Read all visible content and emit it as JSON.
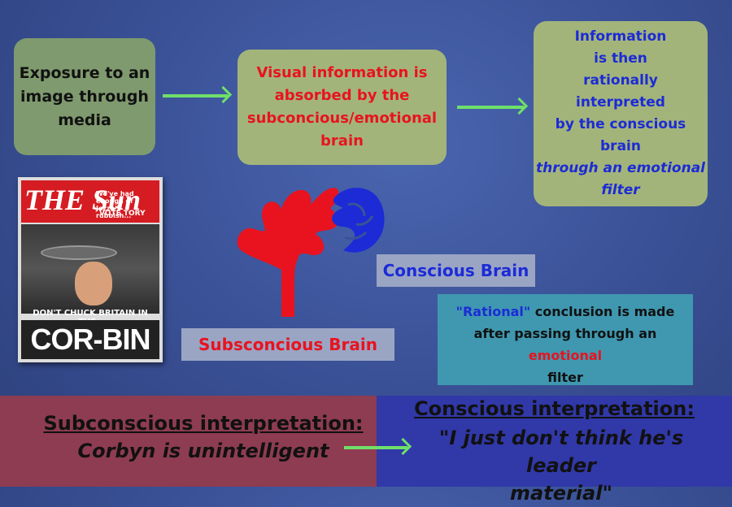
{
  "box1": {
    "lines": [
      "Exposure to an",
      "image through",
      "media"
    ]
  },
  "box2": {
    "lines": [
      "Visual information is",
      "absorbed by the",
      "subconcious/emotional",
      "brain"
    ]
  },
  "box3": {
    "lines": [
      "Information",
      "is then",
      "rationally",
      "interpreted",
      "by the conscious",
      "brain"
    ],
    "italic_lines": [
      "through an emotional",
      "filter"
    ]
  },
  "newspaper": {
    "masthead": "THE Sun",
    "strap": "We've had enough of Jezza's rubbish...",
    "vote": "VOTE TORY",
    "headline_small": "DON'T CHUCK BRITAIN IN THE..",
    "headline_big": "COR-BIN"
  },
  "labels": {
    "conscious": "Conscious Brain",
    "subconscious": "Subsconcious Brain"
  },
  "rational": {
    "line1_blue": "\"Rational\"",
    "line1_rest": " conclusion is made",
    "line2": "after passing through an",
    "line3_red": "emotional",
    "line4": "filter"
  },
  "bottom": {
    "sub_title": "Subconscious interpretation:",
    "sub_text": "Corbyn is unintelligent",
    "con_title": "Conscious interpretation:",
    "con_text_line1": "\"I just don't think he's leader",
    "con_text_line2": "material\""
  },
  "colors": {
    "red": "#e8131f",
    "blue": "#1c2bd6",
    "arrow": "#6fe06a"
  }
}
